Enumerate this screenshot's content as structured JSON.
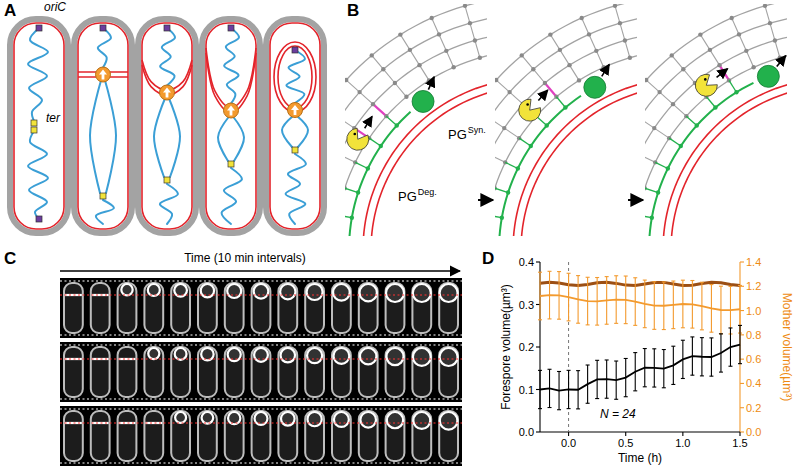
{
  "diagram": {
    "labels": [
      "A",
      "oriC",
      "ter",
      "B",
      "PG",
      "Deg.",
      "PG",
      "Syn.",
      "C",
      "Time (10 min intervals)",
      "D",
      "Forespore volume(µm³)",
      "Mother volume(µm³)",
      "0.0",
      "0.1",
      "0.2",
      "0.3",
      "0.4",
      "0.0",
      "0.2",
      "0.4",
      "0.6",
      "0.8",
      "1.0",
      "1.2",
      "1.4",
      "0.0",
      "0.5",
      "1.0",
      "1.5",
      "Time (h)",
      "N = 24"
    ]
  }
}
